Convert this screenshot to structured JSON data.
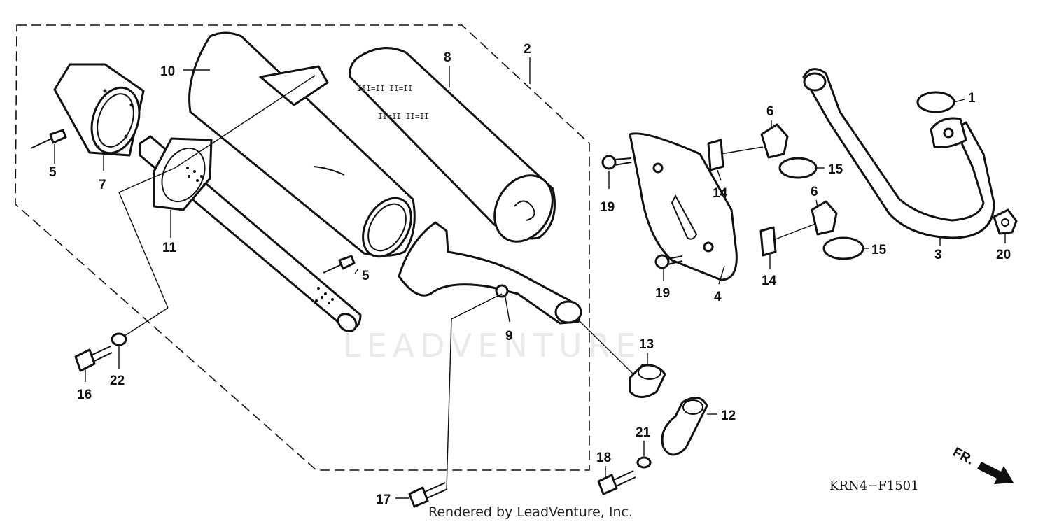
{
  "diagram": {
    "code": "KRN4−F1501",
    "footer": "Rendered by LeadVenture, Inc.",
    "direction_label": "FR.",
    "watermark": "LEADVENTURE",
    "callouts": [
      {
        "id": "c1",
        "text": "1"
      },
      {
        "id": "c2",
        "text": "2"
      },
      {
        "id": "c3",
        "text": "3"
      },
      {
        "id": "c4",
        "text": "4"
      },
      {
        "id": "c5a",
        "text": "5"
      },
      {
        "id": "c5b",
        "text": "5"
      },
      {
        "id": "c6a",
        "text": "6"
      },
      {
        "id": "c6b",
        "text": "6"
      },
      {
        "id": "c7",
        "text": "7"
      },
      {
        "id": "c8",
        "text": "8"
      },
      {
        "id": "c9",
        "text": "9"
      },
      {
        "id": "c10",
        "text": "10"
      },
      {
        "id": "c11",
        "text": "11"
      },
      {
        "id": "c12",
        "text": "12"
      },
      {
        "id": "c13",
        "text": "13"
      },
      {
        "id": "c14a",
        "text": "14"
      },
      {
        "id": "c14b",
        "text": "14"
      },
      {
        "id": "c15a",
        "text": "15"
      },
      {
        "id": "c15b",
        "text": "15"
      },
      {
        "id": "c16",
        "text": "16"
      },
      {
        "id": "c17",
        "text": "17"
      },
      {
        "id": "c18",
        "text": "18"
      },
      {
        "id": "c19a",
        "text": "19"
      },
      {
        "id": "c19b",
        "text": "19"
      },
      {
        "id": "c20",
        "text": "20"
      },
      {
        "id": "c21",
        "text": "21"
      },
      {
        "id": "c22",
        "text": "22"
      }
    ]
  }
}
